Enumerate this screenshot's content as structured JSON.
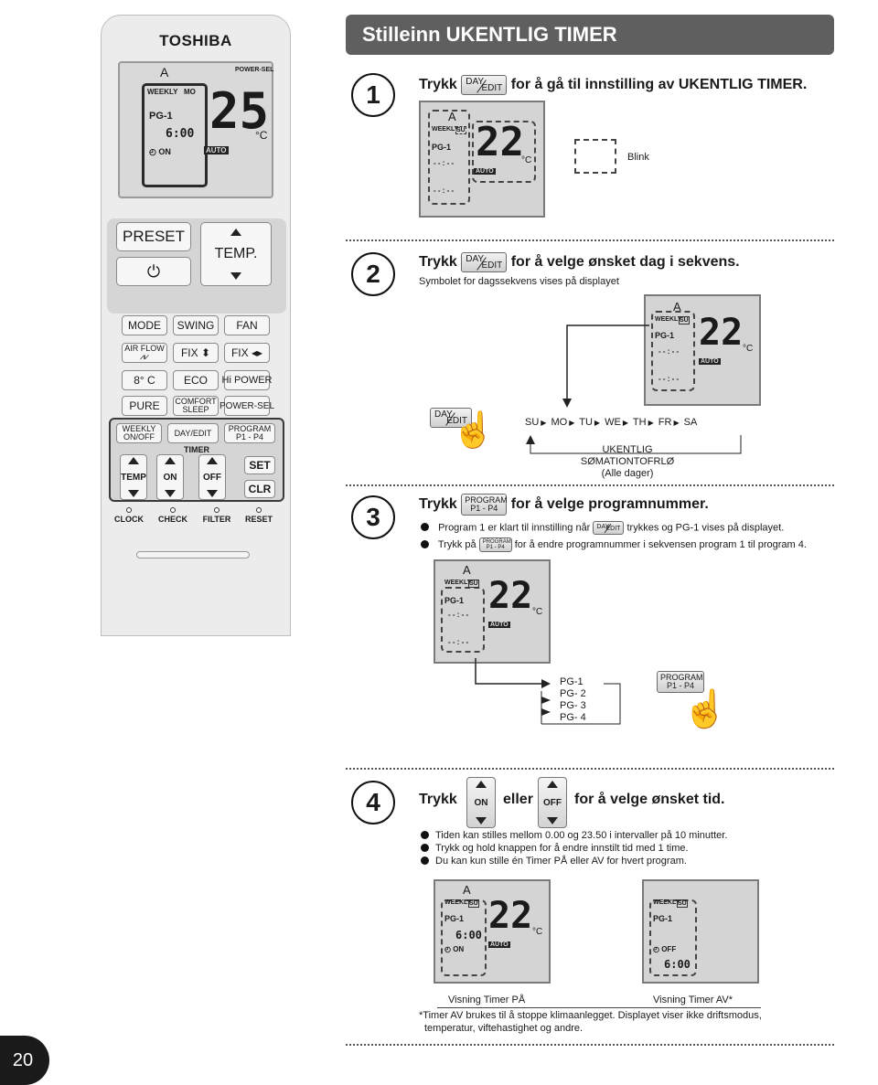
{
  "header": {
    "title": "Stilleinn UKENTLIG TIMER"
  },
  "remote": {
    "brand": "TOSHIBA",
    "lcd": {
      "line1": "A",
      "weekly": "WEEKLY",
      "mo": "MO",
      "pg": "PG-1",
      "time": "6:00",
      "on": "ON",
      "temp": "25",
      "unit": "°C",
      "auto": "AUTO",
      "power_sel": "POWER-SEL"
    },
    "preset": "PRESET",
    "temp": "TEMP.",
    "buttons_row1": [
      "MODE",
      "SWING",
      "FAN"
    ],
    "airflow": "AIR FLOW",
    "fix1": "FIX",
    "fix2": "FIX",
    "row3": [
      "8° C",
      "ECO",
      "Hi POWER"
    ],
    "pure": "PURE",
    "comfort": "COMFORT",
    "sleep": "SLEEP",
    "powersel": "POWER-SEL",
    "weekly": "WEEKLY",
    "onoff": "ON/OFF",
    "day": "DAY",
    "edit": "EDIT",
    "program": "PROGRAM",
    "p1p4": "P1 - P4",
    "timer": "TIMER",
    "temp_key": "TEMP",
    "on_key": "ON",
    "off_key": "OFF",
    "set": "SET",
    "clr": "CLR",
    "bottom": [
      "CLOCK",
      "CHECK",
      "FILTER",
      "RESET"
    ]
  },
  "step1": {
    "num": "1",
    "trykk": "Trykk",
    "text": "for å gå til innstilling av UKENTLIG TIMER.",
    "blink": "Blink",
    "display": {
      "a": "A",
      "weekly": "WEEKLY",
      "su": "SU",
      "pg": "PG-1",
      "dash": "- - : - -",
      "temp": "22",
      "unit": "°C",
      "auto": "AUTO"
    }
  },
  "step2": {
    "num": "2",
    "trykk": "Trykk",
    "text": "for å velge ønsket dag i sekvens.",
    "sub": "Symbolet for dagssekvens vises på displayet",
    "days": [
      "SU",
      "MO",
      "TU",
      "WE",
      "TH",
      "FR",
      "SA"
    ],
    "loop_label": [
      "UKENTLIG",
      "SØMATIONTOFRLØ",
      "(Alle dager)"
    ],
    "display": {
      "a": "A",
      "weekly": "WEEKLY",
      "su": "SU",
      "pg": "PG-1",
      "dash": "- - : - -",
      "temp": "22",
      "unit": "°C",
      "auto": "AUTO"
    }
  },
  "step3": {
    "num": "3",
    "trykk": "Trykk",
    "text": "for å velge programnummer.",
    "bullet1_a": "Program 1 er klart til innstilling når",
    "bullet1_b": "trykkes og PG-1 vises på displayet.",
    "bullet2_a": "Trykk på",
    "bullet2_b": "for å endre programnummer i sekvensen program 1 til program 4.",
    "programs": [
      "PG-1",
      "PG- 2",
      "PG-   3",
      "PG-     4"
    ],
    "display": {
      "a": "A",
      "weekly": "WEEKLY",
      "su": "SU",
      "pg": "PG-1",
      "dash": "- - : - -",
      "temp": "22",
      "unit": "°C",
      "auto": "AUTO"
    }
  },
  "step4": {
    "num": "4",
    "trykk": "Trykk",
    "eller": "eller",
    "text": "for å velge ønsket tid.",
    "bullets": [
      "Tiden kan stilles mellom 0.00 og 23.50 i intervaller på 10 minutter.",
      "Trykk og hold knappen for å endre innstilt tid med 1 time.",
      "Du kan kun stille én Timer PÅ eller AV for hvert program."
    ],
    "on_display": {
      "a": "A",
      "weekly": "WEEKLY",
      "su": "SU",
      "pg": "PG-1",
      "time": "6:00",
      "on": "ON",
      "temp": "22",
      "unit": "°C",
      "auto": "AUTO"
    },
    "off_display": {
      "weekly": "WEEKLY",
      "su": "SU",
      "pg": "PG-1",
      "off": "OFF",
      "time": "6:00"
    },
    "caption_on": "Visning Timer PÅ",
    "caption_off": "Visning Timer AV*",
    "footnote": [
      "*Timer AV brukes til å stoppe klimaanlegget. Displayet viser ikke driftsmodus,",
      "temperatur, viftehastighet og andre."
    ]
  },
  "page_number": "20"
}
